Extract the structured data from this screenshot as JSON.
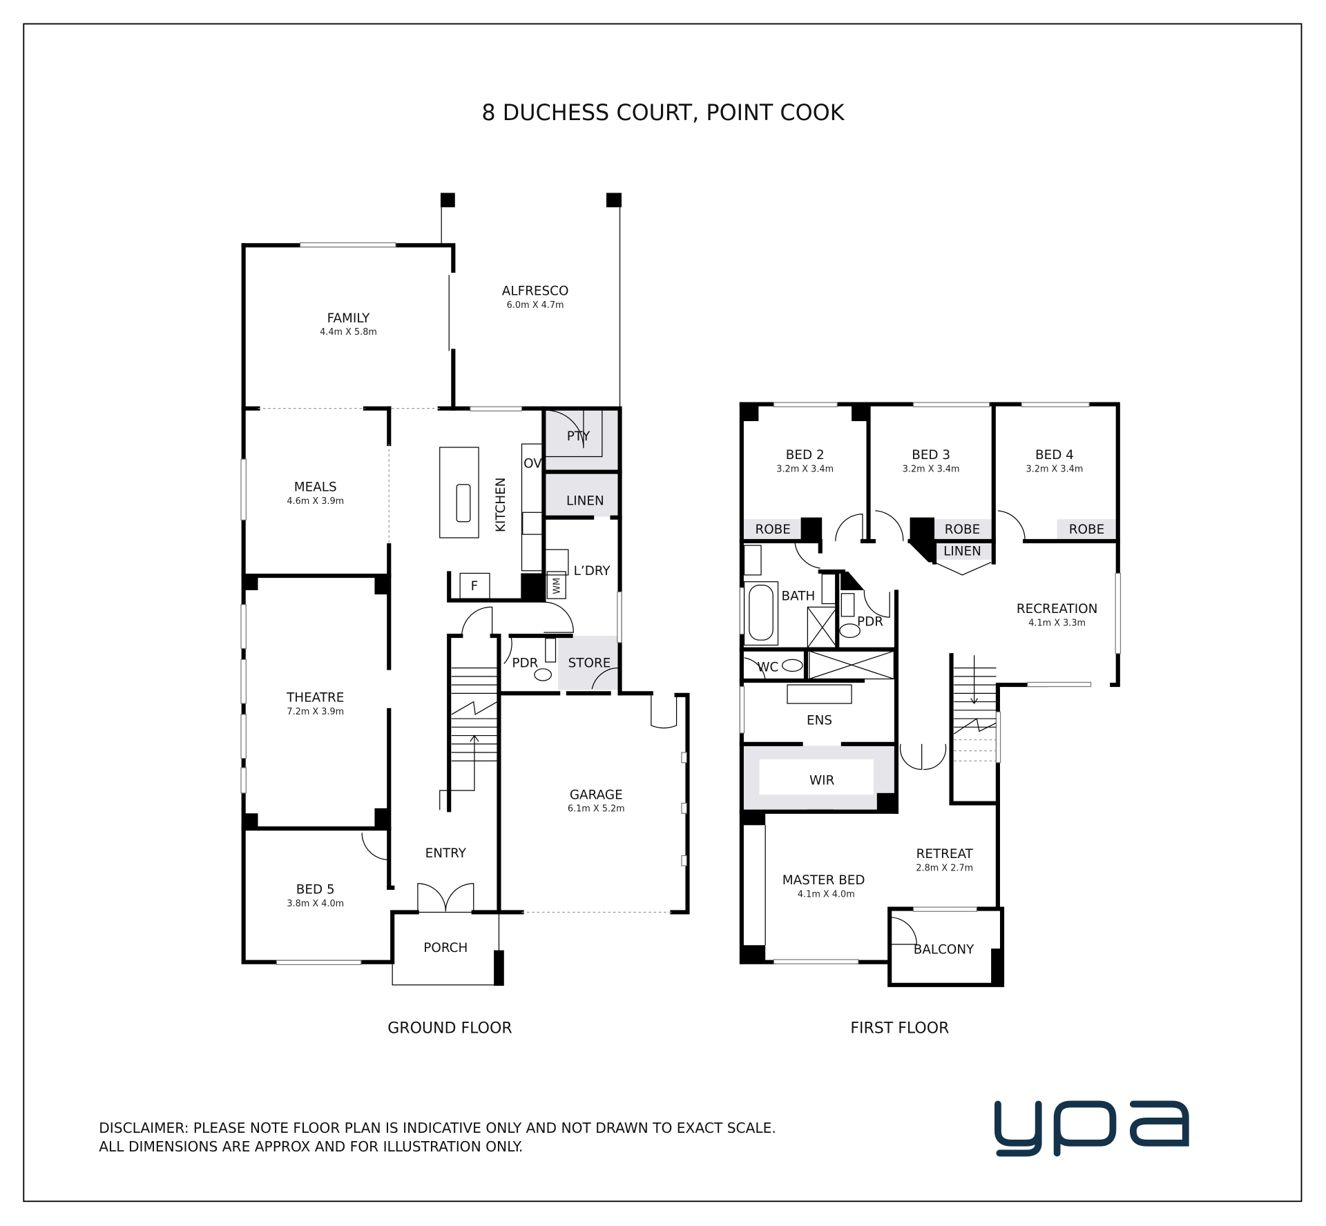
{
  "title": "8 DUCHESS COURT, POINT COOK",
  "ground_floor": {
    "caption": "GROUND FLOOR",
    "rooms": {
      "family": {
        "name": "FAMILY",
        "size": "4.4m X 5.8m"
      },
      "alfresco": {
        "name": "ALFRESCO",
        "size": "6.0m X 4.7m"
      },
      "meals": {
        "name": "MEALS",
        "size": "4.6m X 3.9m"
      },
      "theatre": {
        "name": "THEATRE",
        "size": "7.2m X 3.9m"
      },
      "bed5": {
        "name": "BED 5",
        "size": "3.8m X 4.0m"
      },
      "garage": {
        "name": "GARAGE",
        "size": "6.1m X 5.2m"
      },
      "kitchen": {
        "name": "KITCHEN"
      },
      "pty": {
        "name": "PTY"
      },
      "ov": {
        "name": "OV"
      },
      "linen": {
        "name": "LINEN"
      },
      "laundry": {
        "name": "L’DRY"
      },
      "wm": {
        "name": "WM"
      },
      "fridge": {
        "name": "F"
      },
      "pdr": {
        "name": "PDR"
      },
      "store": {
        "name": "STORE"
      },
      "entry": {
        "name": "ENTRY"
      },
      "porch": {
        "name": "PORCH"
      }
    }
  },
  "first_floor": {
    "caption": "FIRST FLOOR",
    "rooms": {
      "bed2": {
        "name": "BED 2",
        "size": "3.2m X 3.4m"
      },
      "bed3": {
        "name": "BED 3",
        "size": "3.2m X 3.4m"
      },
      "bed4": {
        "name": "BED 4",
        "size": "3.2m X 3.4m"
      },
      "robe2": {
        "name": "ROBE"
      },
      "robe3": {
        "name": "ROBE"
      },
      "robe4": {
        "name": "ROBE"
      },
      "linen": {
        "name": "LINEN"
      },
      "bath": {
        "name": "BATH"
      },
      "pdr": {
        "name": "PDR"
      },
      "recreation": {
        "name": "RECREATION",
        "size": "4.1m X 3.3m"
      },
      "wc": {
        "name": "WC"
      },
      "ens": {
        "name": "ENS"
      },
      "wir": {
        "name": "WIR"
      },
      "master": {
        "name": "MASTER BED",
        "size": "4.1m X 4.0m"
      },
      "retreat": {
        "name": "RETREAT",
        "size": "2.8m X 2.7m"
      },
      "balcony": {
        "name": "BALCONY"
      }
    }
  },
  "disclaimer": {
    "line1": "DISCLAIMER: PLEASE NOTE FLOOR PLAN IS INDICATIVE ONLY AND NOT DRAWN TO EXACT SCALE.",
    "line2": "ALL DIMENSIONS ARE APPROX AND FOR ILLUSTRATION ONLY."
  },
  "logo": {
    "text": "ypa",
    "color": "#14334a"
  }
}
